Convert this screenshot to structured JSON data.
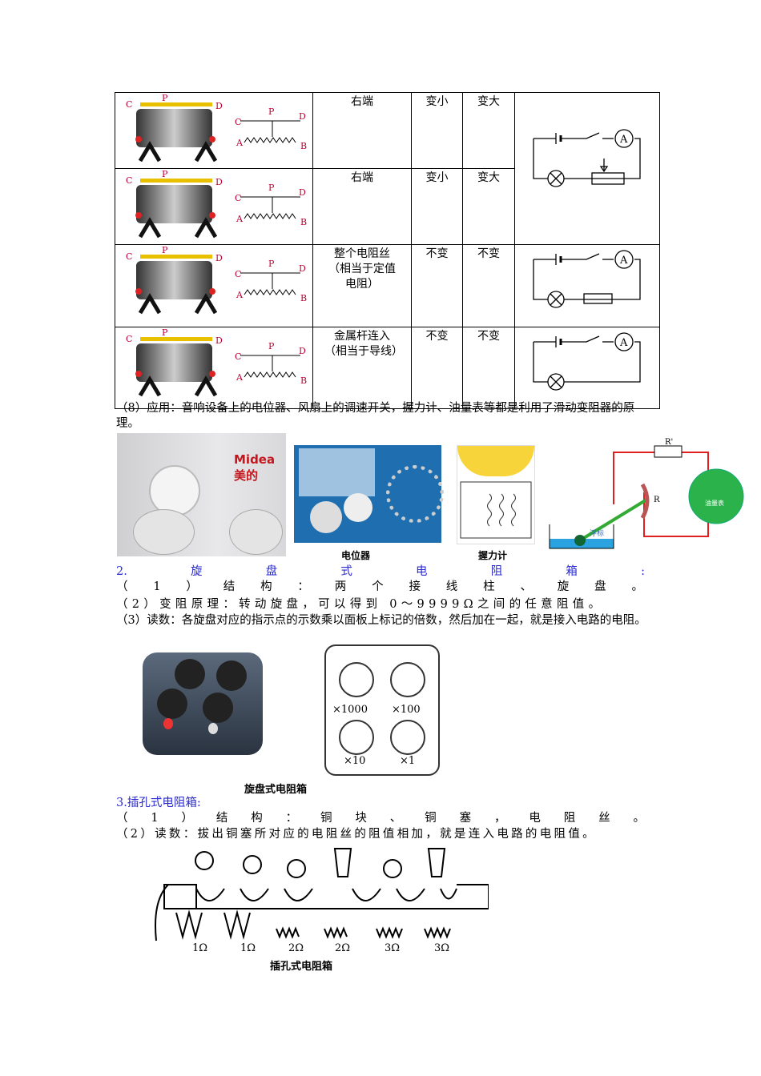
{
  "table": {
    "rows": [
      {
        "connection": "右端",
        "current": "变小",
        "voltage": "变大"
      },
      {
        "connection": "右端",
        "current": "变小",
        "voltage": "变大"
      },
      {
        "connection": "整个电阻丝（相当于定值电阻）",
        "current": "不变",
        "voltage": "不变"
      },
      {
        "connection": "金属杆连入（相当于导线）",
        "current": "不变",
        "voltage": "不变"
      }
    ],
    "diagram_labels": {
      "c": "C",
      "d": "D",
      "p": "P",
      "a": "A",
      "b": "B",
      "ammeter": "A"
    }
  },
  "application": "（8）应用：音响设备上的电位器、风扇上的调速开关，握力计、油量表等都是利用了滑动变阻器的原理。",
  "images_row": {
    "fan_brand": "Midea 美的",
    "potentiometer_caption": "电位器",
    "grip_caption": "握力计",
    "float_label": "浮标",
    "gauge_label": "油量表",
    "r_prime": "R'",
    "r": "R"
  },
  "section2": {
    "title": "2.旋盘式电阻箱:",
    "item1": "（1）结构：两个接线柱、旋盘。",
    "item2": "（2）变阻原理：转动旋盘，可以得到 0～9999Ω之间的任意阻值。",
    "item3": "（3）读数：各旋盘对应的指示点的示数乘以面板上标记的倍数，然后加在一起，就是接入电路的电阻。",
    "caption": "旋盘式电阻箱",
    "multipliers": [
      "×1000",
      "×100",
      "×10",
      "×1"
    ]
  },
  "section3": {
    "title": "3.插孔式电阻箱:",
    "item1": "（1）结构：铜块、铜塞，电阻丝。",
    "item2": "（2）读数：拔出铜塞所对应的电阻丝的阻值相加，就是连入电路的电阻值。",
    "resistors": [
      "1Ω",
      "1Ω",
      "2Ω",
      "2Ω",
      "3Ω",
      "3Ω"
    ],
    "caption": "插孔式电阻箱"
  }
}
